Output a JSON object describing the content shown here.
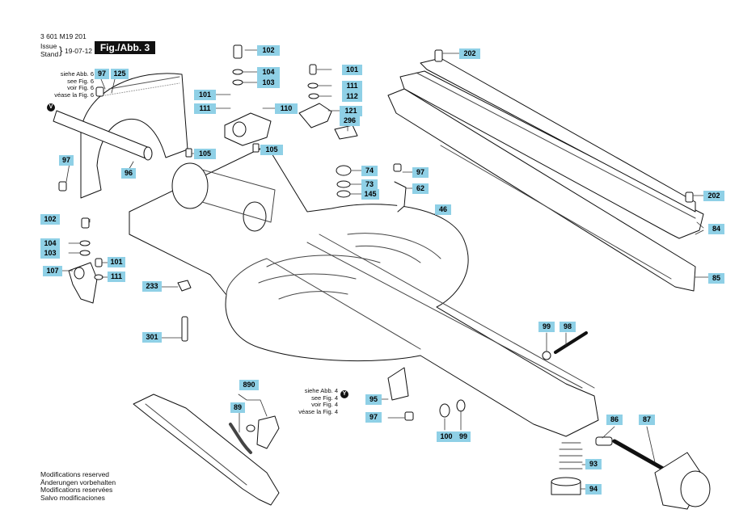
{
  "header": {
    "doc_number": "3 601 M19 201",
    "issue_label": "Issue",
    "stand_label": "Stand",
    "issue_date": "19-07-12",
    "figure_label": "Fig./Abb. 3"
  },
  "notes": {
    "left_ref": [
      "siehe Abb. 6",
      "see Fig. 6",
      "voir Fig. 6",
      "véase la Fig. 6"
    ],
    "left_ref_marker": "V",
    "center_ref": [
      "siehe Abb. 4",
      "see Fig. 4",
      "voir Fig. 4",
      "véase la Fig. 4"
    ],
    "center_ref_marker": "Y"
  },
  "footer": [
    "Modifications reserved",
    "Änderungen vorbehalten",
    "Modifications reservées",
    "Salvo modificaciones"
  ],
  "parts": {
    "p102a": "102",
    "p104a": "104",
    "p103a": "103",
    "p101a": "101",
    "p111a": "111",
    "p110": "110",
    "p105a": "105",
    "p105b": "105",
    "p97a": "97",
    "p125": "125",
    "p97b": "97",
    "p96": "96",
    "p101b": "101",
    "p111b": "111",
    "p112": "112",
    "p121": "121",
    "p296": "296",
    "p74": "74",
    "p73": "73",
    "p145": "145",
    "p97c": "97",
    "p62": "62",
    "p46": "46",
    "p202a": "202",
    "p202b": "202",
    "p84": "84",
    "p85": "85",
    "p102b": "102",
    "p104b": "104",
    "p103b": "103",
    "p101c": "101",
    "p107": "107",
    "p111c": "111",
    "p233": "233",
    "p301": "301",
    "p99a": "99",
    "p98": "98",
    "p95": "95",
    "p97d": "97",
    "p100": "100",
    "p99b": "99",
    "p86": "86",
    "p87": "87",
    "p93": "93",
    "p94": "94",
    "p890": "890",
    "p89": "89"
  }
}
